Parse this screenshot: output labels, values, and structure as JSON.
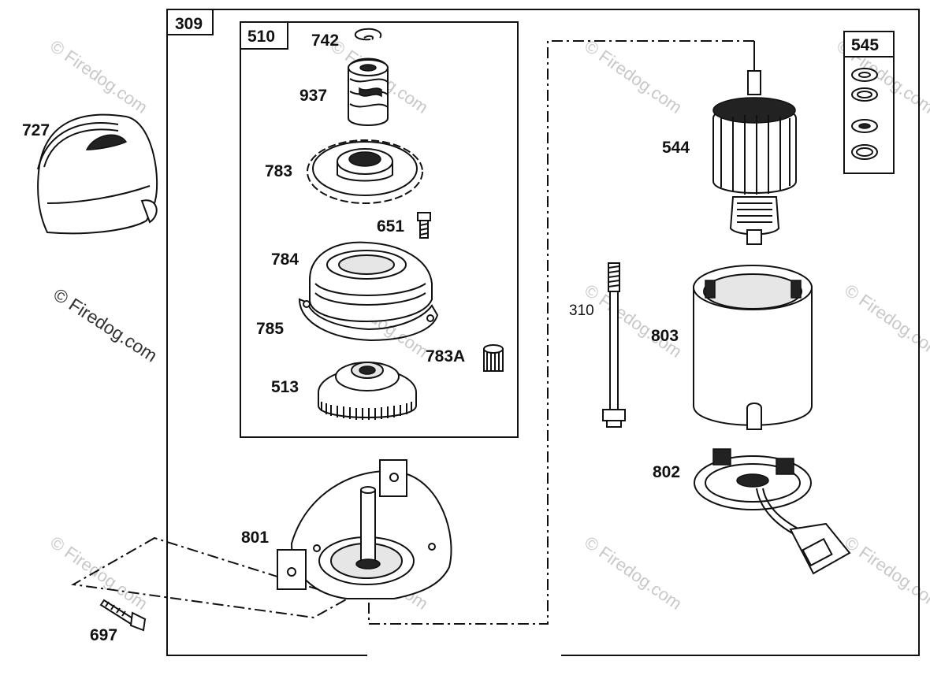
{
  "watermark": "© Firedog.com",
  "assemblies": [
    {
      "id": "309"
    },
    {
      "id": "510"
    },
    {
      "id": "545"
    }
  ],
  "parts": [
    {
      "id": "727"
    },
    {
      "id": "742"
    },
    {
      "id": "937"
    },
    {
      "id": "783"
    },
    {
      "id": "651"
    },
    {
      "id": "784"
    },
    {
      "id": "785"
    },
    {
      "id": "783A"
    },
    {
      "id": "513"
    },
    {
      "id": "801"
    },
    {
      "id": "697"
    },
    {
      "id": "544"
    },
    {
      "id": "310"
    },
    {
      "id": "803"
    },
    {
      "id": "802"
    }
  ]
}
